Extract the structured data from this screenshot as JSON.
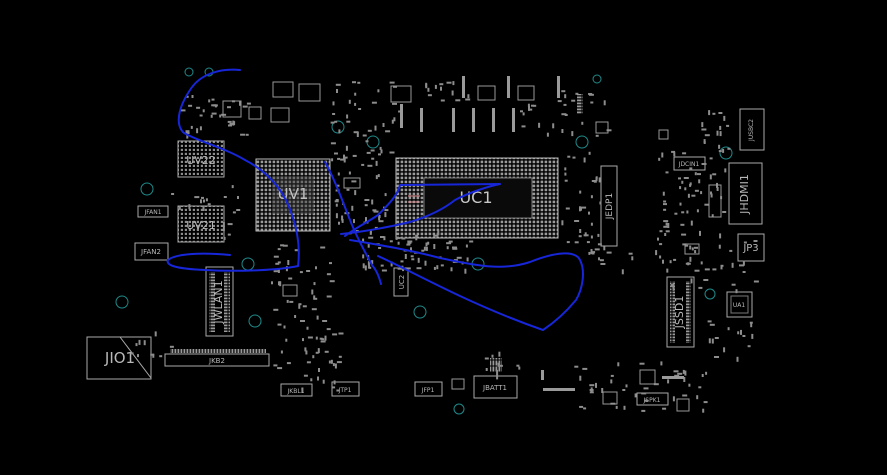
{
  "labels": {
    "uv22": "UV22",
    "uv21": "UV21",
    "uv1": "UV1",
    "uc1": "UC1",
    "uc2": "UC2",
    "jfan1": "JFAN1",
    "jfan2": "JFAN2",
    "jwlan1": "JWLAN1",
    "jio1": "JIO1",
    "jkb2": "JKB2",
    "jkbl1": "JKBL1",
    "jtp1": "JTP1",
    "jfp1": "JFP1",
    "jbatt1": "JBATT1",
    "jspk1": "JSPK1",
    "jssd1": "JSSD1",
    "jedp1": "JEDP1",
    "jdcin1": "JDCIN1",
    "jhdmi1": "JHDMI1",
    "jusbc2": "JUSBC2",
    "jp3": "JP3",
    "ua1": "UA1"
  },
  "colors": {
    "background": "#000000",
    "silkscreen": "#c8c8c8",
    "component": "#9a9a9a",
    "via_ring": "#1f8a8a",
    "annotation_stroke": "#1626d8"
  }
}
